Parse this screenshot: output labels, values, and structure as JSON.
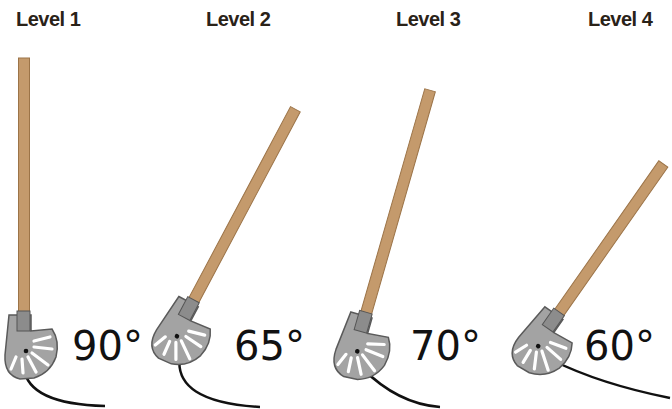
{
  "diagram": {
    "labels": [
      "Level 1",
      "Level 2",
      "Level 3",
      "Level 4",
      "90°",
      "65°",
      "70°",
      "60°"
    ]
  }
}
